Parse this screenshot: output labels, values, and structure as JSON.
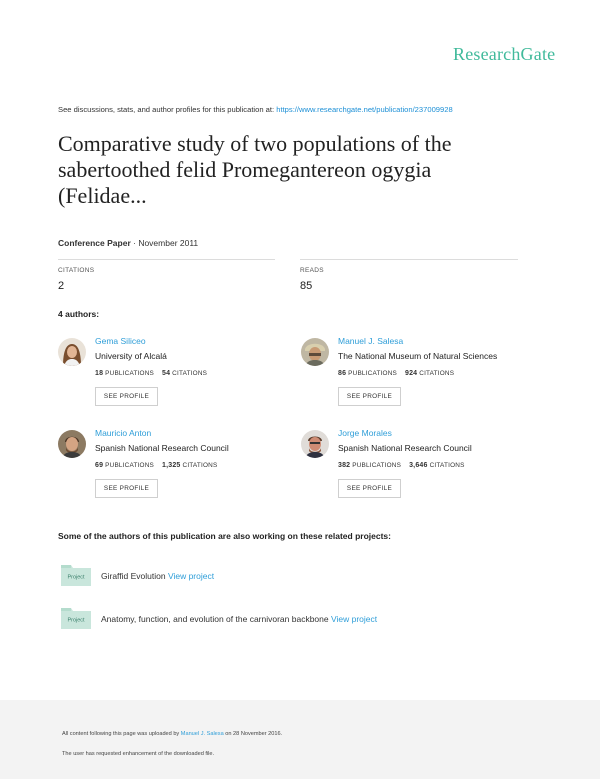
{
  "header": {
    "logo_text": "ResearchGate",
    "discuss_prefix": "See discussions, stats, and author profiles for this publication at: ",
    "discuss_url": "https://www.researchgate.net/publication/237009928"
  },
  "publication": {
    "title_lines": [
      "Comparative study of two populations of the",
      "sabertoothed felid Promegantereon ogygia",
      "(Felidae..."
    ],
    "type": "Conference Paper",
    "date_sep": " · ",
    "date": "November 2011",
    "citations_label": "CITATIONS",
    "citations_value": "2",
    "reads_label": "READS",
    "reads_value": "85"
  },
  "authors_heading": "4 authors:",
  "authors": [
    {
      "name": "Gema Siliceo",
      "institution": "University of Alcalá",
      "publications": "18",
      "publications_label": "PUBLICATIONS",
      "citations": "54",
      "citations_label": "CITATIONS",
      "button": "SEE PROFILE"
    },
    {
      "name": "Manuel J. Salesa",
      "institution": "The National Museum of Natural Sciences",
      "publications": "86",
      "publications_label": "PUBLICATIONS",
      "citations": "924",
      "citations_label": "CITATIONS",
      "button": "SEE PROFILE"
    },
    {
      "name": "Mauricio Anton",
      "institution": "Spanish National Research Council",
      "publications": "69",
      "publications_label": "PUBLICATIONS",
      "citations": "1,325",
      "citations_label": "CITATIONS",
      "button": "SEE PROFILE"
    },
    {
      "name": "Jorge Morales",
      "institution": "Spanish National Research Council",
      "publications": "382",
      "publications_label": "PUBLICATIONS",
      "citations": "3,646",
      "citations_label": "CITATIONS",
      "button": "SEE PROFILE"
    }
  ],
  "projects_heading": "Some of the authors of this publication are also working on these related projects:",
  "projects": [
    {
      "icon_label": "Project",
      "title": "Giraffid Evolution ",
      "link": "View project"
    },
    {
      "icon_label": "Project",
      "title": "Anatomy, function, and evolution of the carnivoran backbone ",
      "link": "View project"
    }
  ],
  "footer": {
    "line1_prefix": "All content following this page was uploaded by ",
    "line1_name": "Manuel J. Salesa",
    "line1_suffix": " on 28 November 2016.",
    "line2": "The user has requested enhancement of the downloaded file."
  },
  "colors": {
    "brand": "#40ba9b",
    "link": "#2f9ed8",
    "project_icon": "#c9e6dc"
  }
}
